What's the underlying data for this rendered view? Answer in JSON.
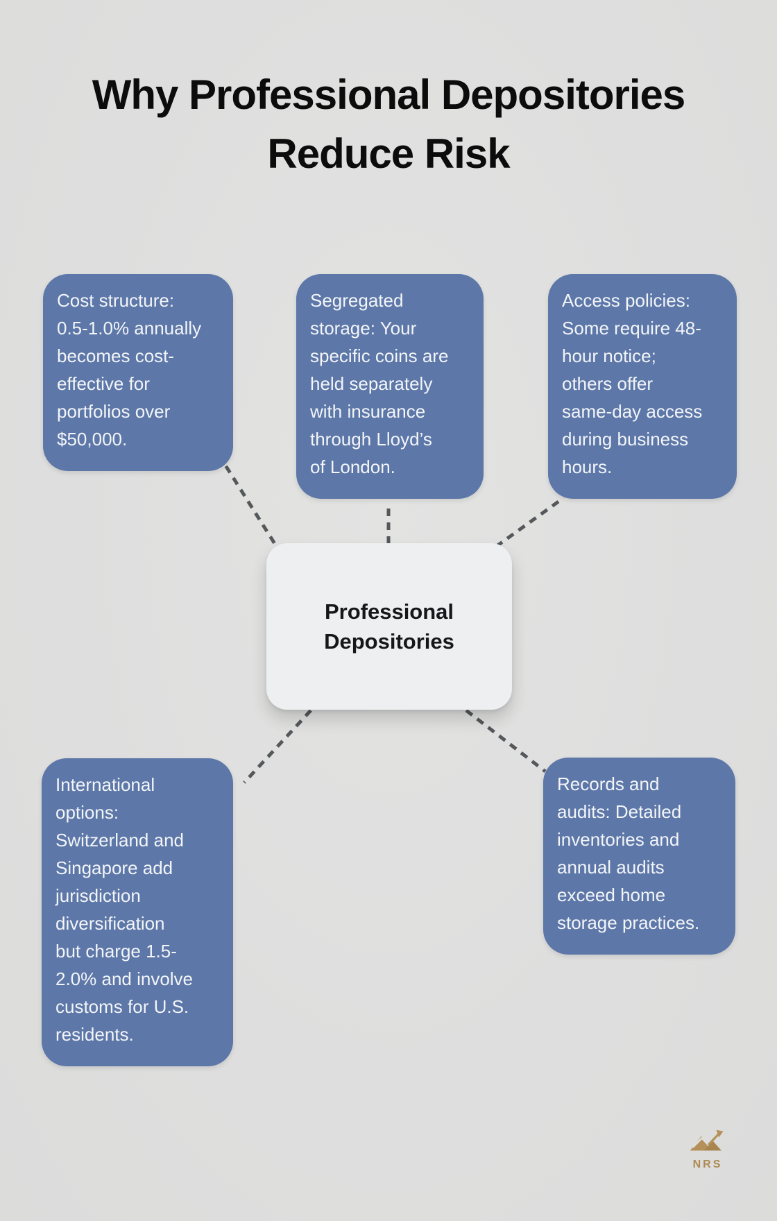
{
  "page": {
    "background_color": "#dfdfde",
    "card_color": "#5c77a8",
    "card_text_color": "#f3f5f8",
    "center_node_color": "#edeff1",
    "dash_line_color": "#55585b",
    "logo_color": "#ad8a52"
  },
  "title": {
    "text": "Why Professional Depositories\nReduce Risk"
  },
  "center_node": {
    "label": "Professional\nDepositories"
  },
  "cards": [
    {
      "id": "cost-structure",
      "text": "Cost structure:\n0.5-1.0% annually\nbecomes cost-\neffective for\nportfolios over\n$50,000."
    },
    {
      "id": "segregated-storage",
      "text": "Segregated\nstorage: Your\nspecific coins are\nheld separately\nwith insurance\nthrough Lloyd’s\nof London."
    },
    {
      "id": "access-policies",
      "text": "Access policies:\nSome require 48-\nhour notice;\nothers offer\nsame-day access\nduring business\nhours."
    },
    {
      "id": "international-options",
      "text": "International\noptions:\nSwitzerland and\nSingapore add\njurisdiction\ndiversification\nbut charge 1.5-\n2.0% and involve\ncustoms for U.S.\nresidents."
    },
    {
      "id": "records-audits",
      "text": "Records and\naudits: Detailed\ninventories and\nannual audits\nexceed home\nstorage practices."
    }
  ],
  "logo": {
    "text": "NRS"
  }
}
